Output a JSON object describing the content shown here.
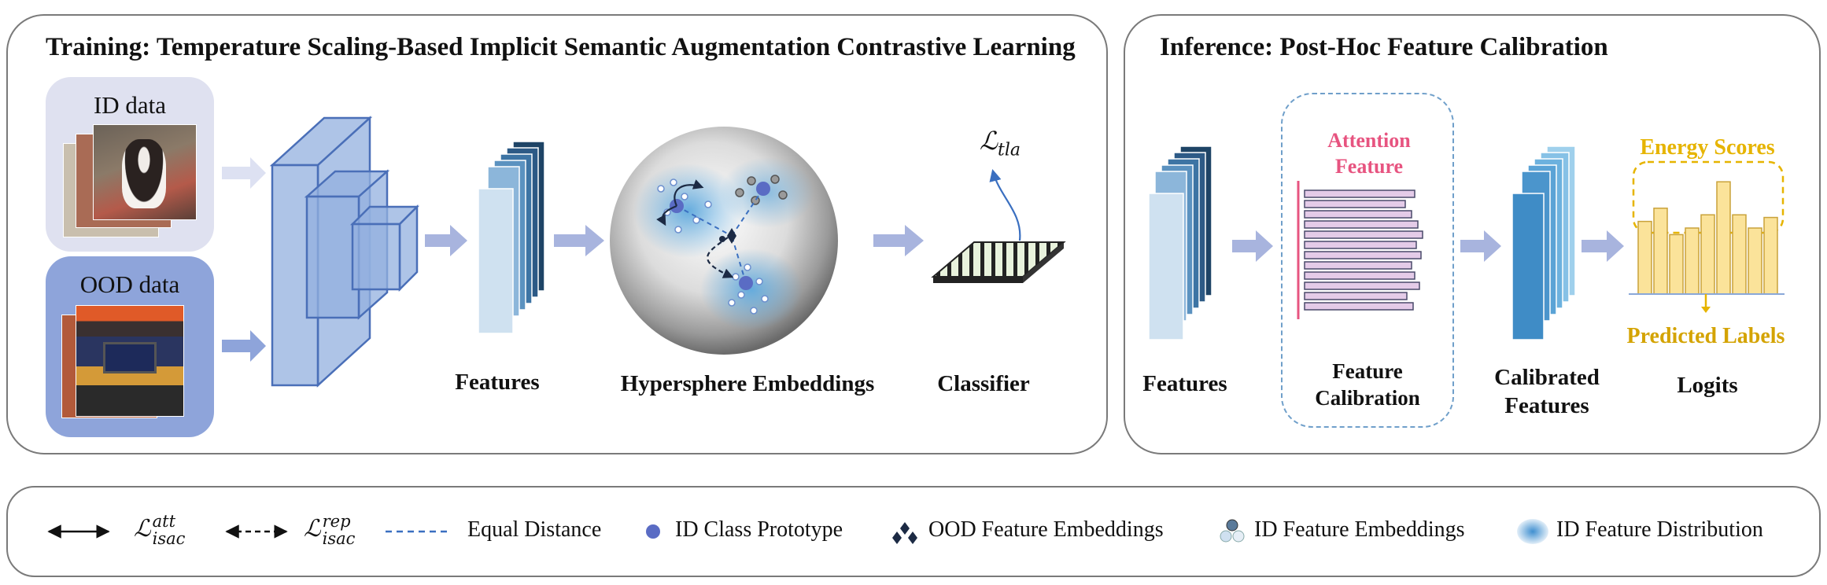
{
  "training": {
    "title": "Training: Temperature Scaling-Based Implicit Semantic Augmentation Contrastive Learning",
    "id_data": "ID data",
    "ood_data": "OOD data",
    "features": "Features",
    "hypersphere": "Hypersphere Embeddings",
    "classifier": "Classifier",
    "loss_main": "ℒ",
    "loss_sub": "tla"
  },
  "inference": {
    "title": "Inference: Post-Hoc Feature Calibration",
    "features": "Features",
    "attention_line1": "Attention",
    "attention_line2": "Feature",
    "calib_line1": "Feature",
    "calib_line2": "Calibration",
    "calibrated_line1": "Calibrated",
    "calibrated_line2": "Features",
    "energy_scores": "Energy Scores",
    "predicted_labels": "Predicted Labels",
    "logits": "Logits"
  },
  "legend": {
    "att_sup": "att",
    "att_sub": "isac",
    "rep_sup": "rep",
    "rep_sub": "isac",
    "equal_distance": "Equal Distance",
    "id_class_prototype": "ID Class Prototype",
    "ood_feature_embeddings": "OOD Feature Embeddings",
    "id_feature_embeddings": "ID Feature Embeddings",
    "id_feature_distribution": "ID Feature Distribution"
  },
  "colors": {
    "attention": "#e75480",
    "energy": "#e6b400",
    "arrow": "#a8b4de",
    "feature_dark": "#1e4466",
    "bar_fill": "#fbe39a"
  },
  "logits_values": [
    0.55,
    0.65,
    0.45,
    0.5,
    0.6,
    0.85,
    0.6,
    0.5,
    0.58
  ]
}
